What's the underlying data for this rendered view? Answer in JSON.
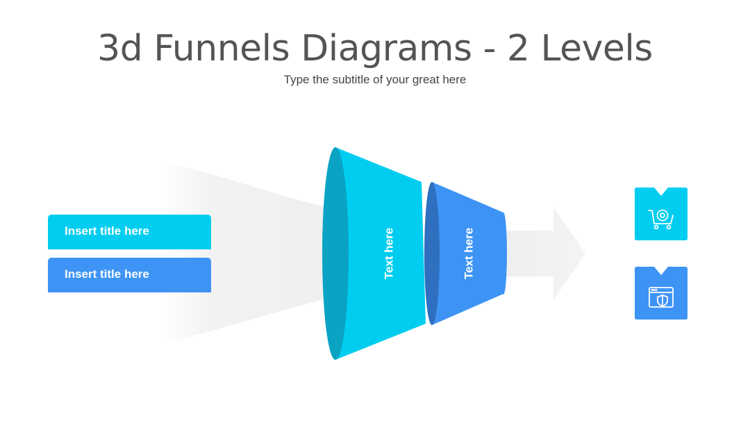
{
  "slide": {
    "title": "3d Funnels Diagrams - 2 Levels",
    "subtitle": "Type the subtitle of your great here"
  },
  "funnel": {
    "levels": [
      {
        "text": "Text here",
        "color": "#00cdf0",
        "rim_color": "#0aa3c4"
      },
      {
        "text": "Text here",
        "color": "#3e94f5",
        "rim_color": "#2e6fbf"
      }
    ]
  },
  "labels": [
    {
      "title": "Insert title here",
      "color": "#00cdf0"
    },
    {
      "title": "Insert title here",
      "color": "#3e94f5"
    }
  ],
  "icons": [
    {
      "icon": "cart-gear-icon",
      "color": "#00cdf0"
    },
    {
      "icon": "browser-shield-icon",
      "color": "#3e94f5"
    }
  ]
}
